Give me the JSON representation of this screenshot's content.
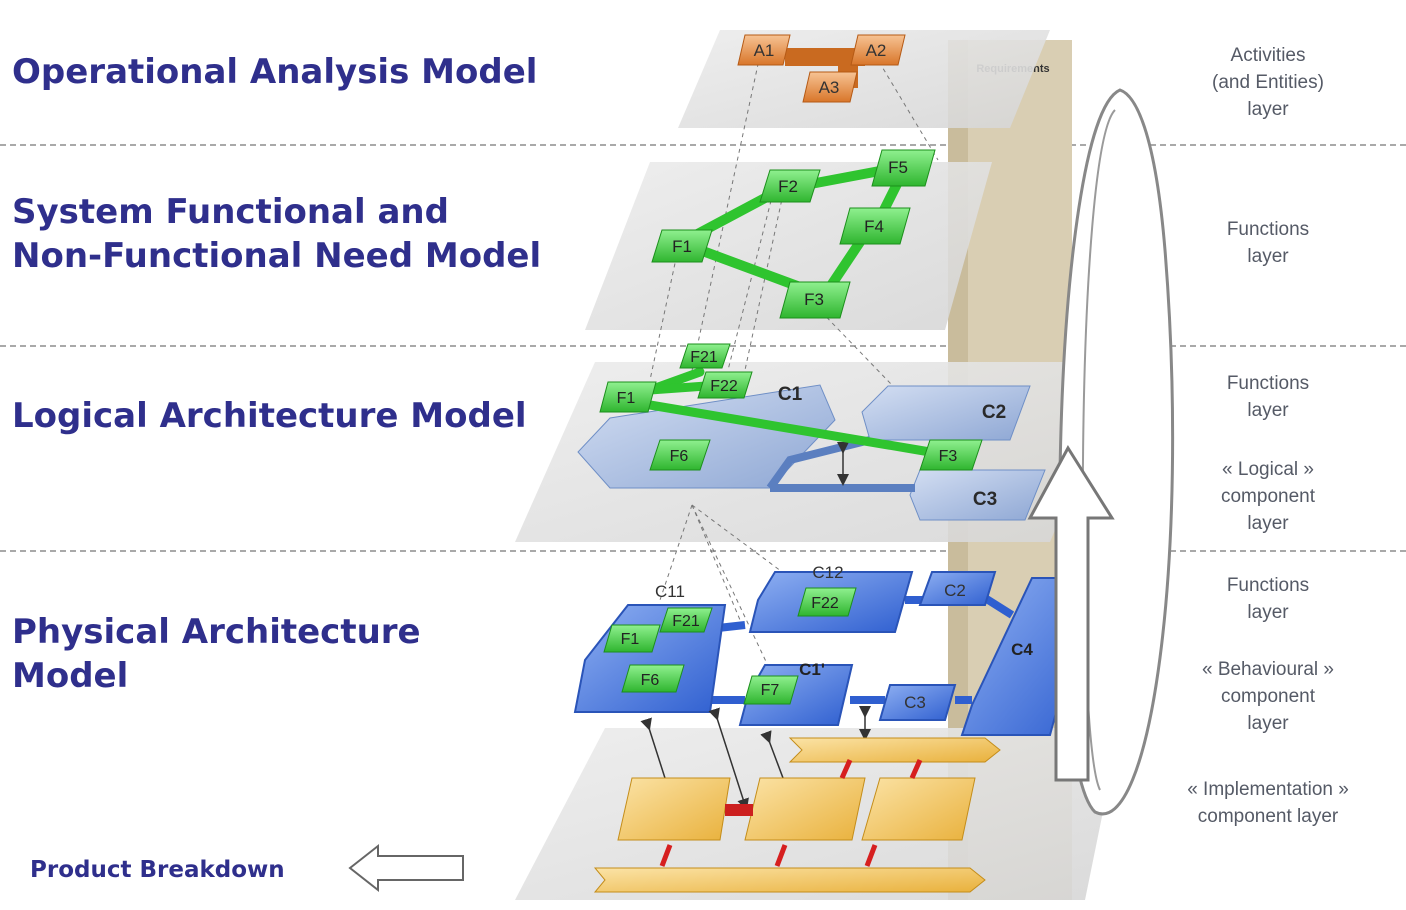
{
  "models": [
    {
      "title": "Operational Analysis Model"
    },
    {
      "title": "System Functional and\nNon-Functional Need Model"
    },
    {
      "title": "Logical Architecture Model"
    },
    {
      "title": "Physical Architecture\nModel"
    }
  ],
  "product_breakdown": "Product Breakdown",
  "layer_labels": [
    "Activities\n(and Entities)\nlayer",
    "Functions\nlayer",
    "Functions\nlayer",
    "« Logical »\ncomponent\nlayer",
    "Functions\nlayer",
    "« Behavioural »\ncomponent\nlayer",
    "« Implementation »\ncomponent layer"
  ],
  "requirements_label": "Requirements",
  "operational_nodes": [
    "A1",
    "A2",
    "A3"
  ],
  "function_nodes": [
    "F1",
    "F2",
    "F3",
    "F4",
    "F5"
  ],
  "logical": {
    "functions": [
      "F21",
      "F22",
      "F1",
      "F6",
      "F3"
    ],
    "components": [
      "C1",
      "C2",
      "C3"
    ]
  },
  "physical": {
    "components": [
      "C11",
      "C12",
      "C2",
      "C1'",
      "C3",
      "C4"
    ],
    "functions": [
      "F21",
      "F1",
      "F6",
      "F22",
      "F7"
    ]
  },
  "colors": {
    "title": "#2f2f8c",
    "function_green": "#3ec23e",
    "activity_orange": "#e08a3c",
    "component_blue": "#3b68d6",
    "logical_blue": "#9db4dc",
    "implementation_yellow": "#f2c14e",
    "requirements_tan": "#d9ceb3"
  }
}
